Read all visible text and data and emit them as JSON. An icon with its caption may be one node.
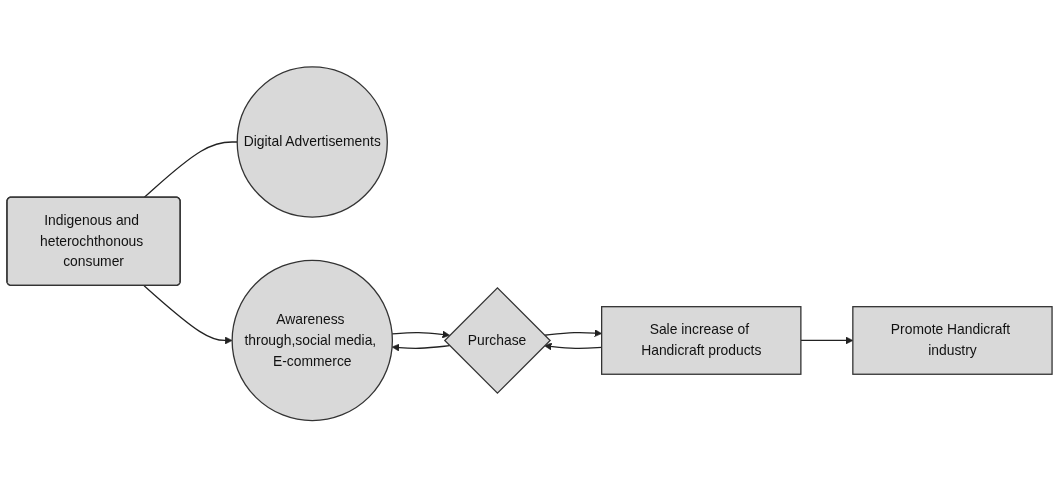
{
  "diagram": {
    "nodes": [
      {
        "text": [
          "Indigenous and heterochthonous consumer"
        ]
      },
      {
        "text": [
          "Digital Advertisements"
        ]
      },
      {
        "text": [
          "Purchase"
        ]
      },
      {
        "text": [
          "Awareness through,social media, E-commerce"
        ]
      },
      {
        "text": [
          "Sale increase of Handicraft products"
        ]
      },
      {
        "text": [
          "Promote Handicraft industry"
        ]
      }
    ],
    "edges": [
      {
        "from": 0,
        "to": 1,
        "arrow": "none"
      },
      {
        "from": 0,
        "to": 3,
        "arrow": "to"
      },
      {
        "from": 3,
        "to": 2,
        "arrow": "to"
      },
      {
        "from": 2,
        "to": 3,
        "arrow": "to"
      },
      {
        "from": 2,
        "to": 4,
        "arrow": "to"
      },
      {
        "from": 4,
        "to": 2,
        "arrow": "to"
      },
      {
        "from": 4,
        "to": 5,
        "arrow": "to"
      }
    ]
  }
}
